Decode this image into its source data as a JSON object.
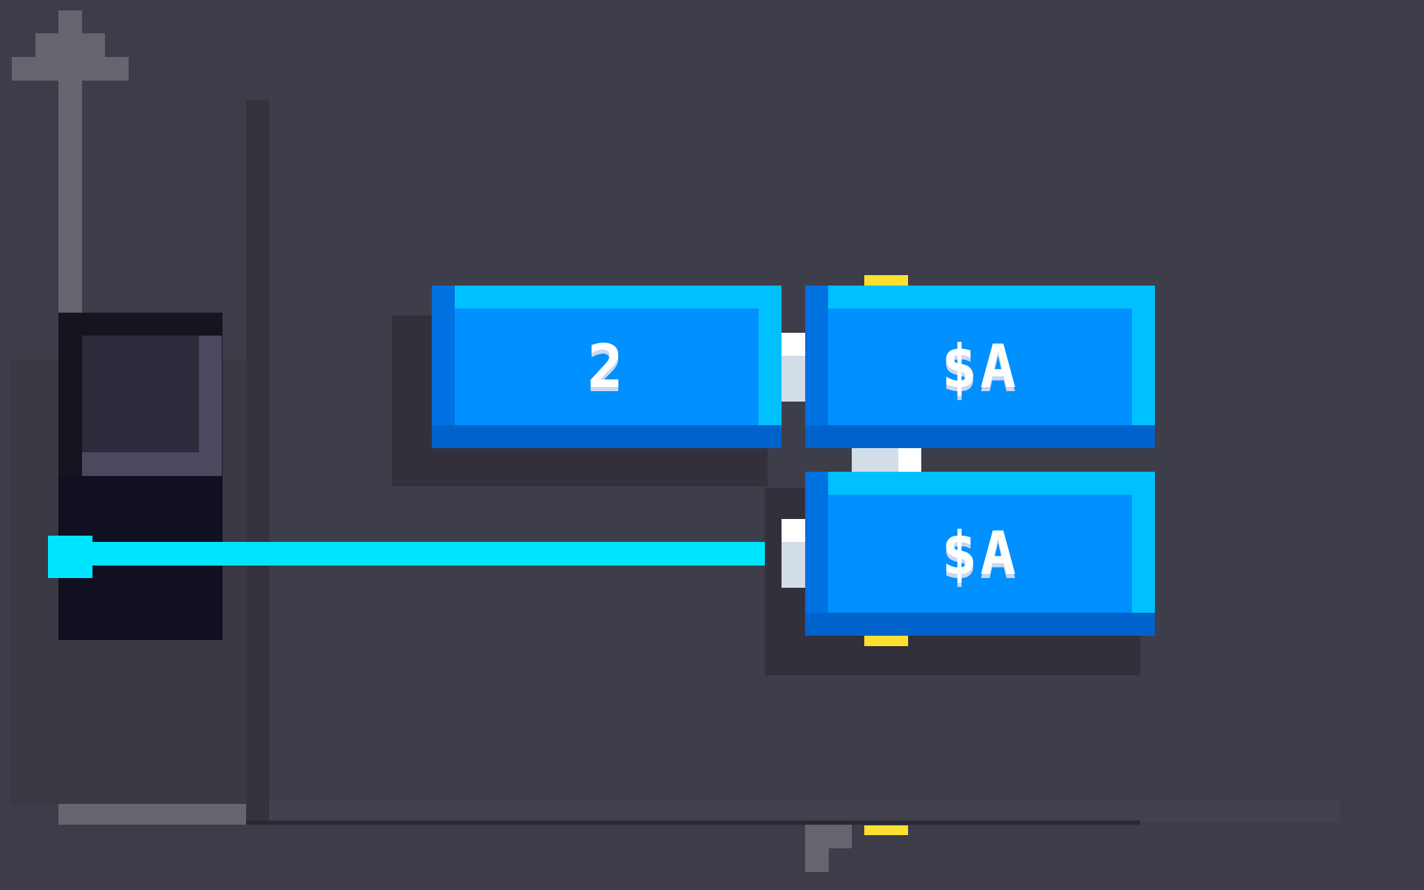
{
  "blocks": [
    {
      "id": "number-block",
      "label": "2"
    },
    {
      "id": "var-block-top",
      "label": "$A"
    },
    {
      "id": "var-block-bottom",
      "label": "$A"
    }
  ],
  "colors": {
    "background": "#3d3c48",
    "block_blue": "#0090ff",
    "wire_cyan": "#00e5ff",
    "pin_yellow": "#ffe030"
  },
  "icons": [
    "up-arrow-icon",
    "wire-endpoint-icon"
  ]
}
